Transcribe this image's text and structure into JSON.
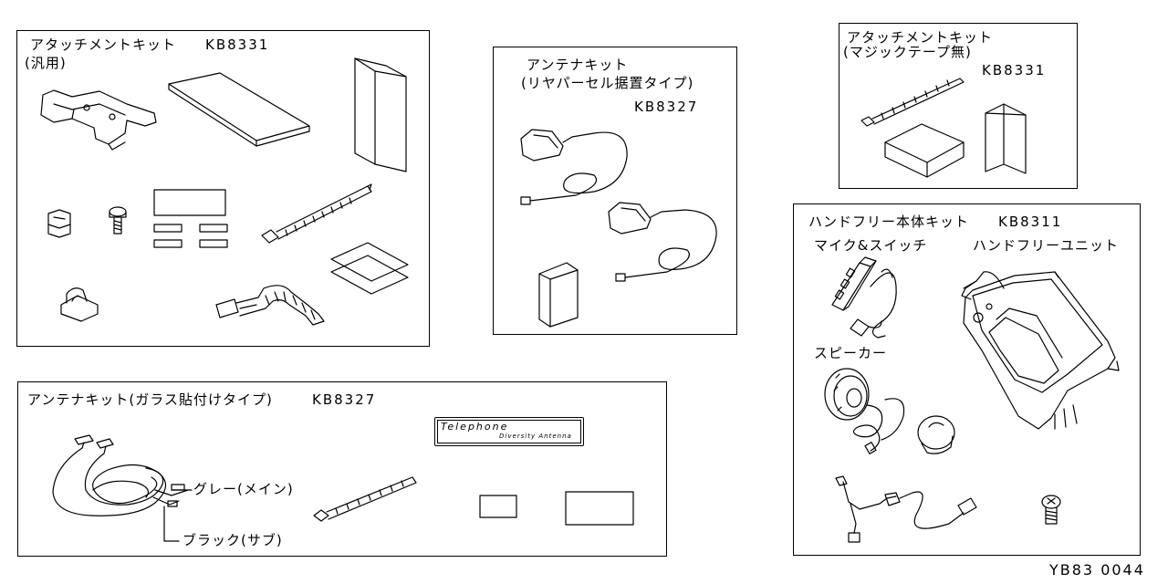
{
  "panels": {
    "attachment_general": {
      "title": "アタッチメントキット",
      "code": "KB8331",
      "subtitle": "(汎用)"
    },
    "antenna_rear": {
      "title": "アンテナキット",
      "subtitle": "(リヤパーセル据置タイプ)",
      "code": "KB8327"
    },
    "attachment_magic": {
      "title": "アタッチメントキット",
      "subtitle": "(マジックテープ無)",
      "code": "KB8331"
    },
    "handsfree": {
      "title": "ハンドフリー本体キット",
      "code": "KB8311",
      "mic_switch": "マイク&スイッチ",
      "unit": "ハンドフリーユニット",
      "speaker": "スピーカー"
    },
    "antenna_glass": {
      "title": "アンテナキット(ガラス貼付けタイプ)",
      "code": "KB8327",
      "gray_label": "グレー(メイン)",
      "black_label": "ブラック(サブ)",
      "plate_line1": "Telephone",
      "plate_line2": "Diversity Antenna"
    }
  },
  "figure_id": "YB83 0044"
}
